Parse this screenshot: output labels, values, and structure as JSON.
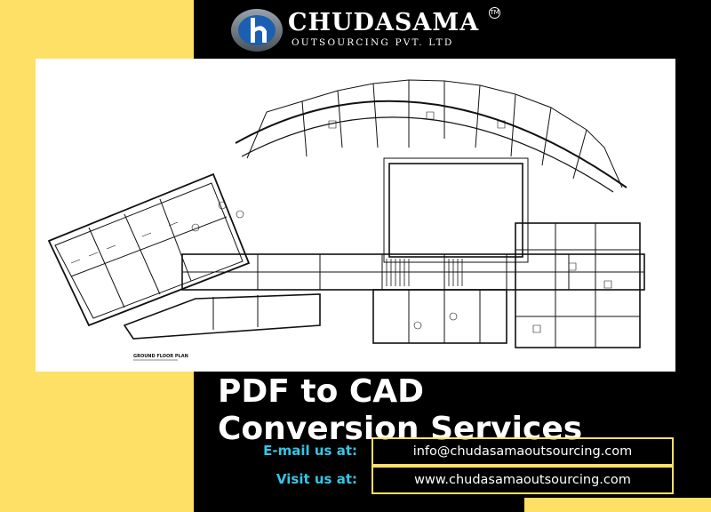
{
  "brand": {
    "name": "CHUDASAMA",
    "subtitle": "OUTSOURCING PVT. LTD",
    "trademark": "TM"
  },
  "headline": {
    "line1": "PDF to CAD",
    "line2": "Conversion Services"
  },
  "contact": {
    "email_label": "E-mail us at:",
    "email_value": "info@chudasamaoutsourcing.com",
    "web_label": "Visit us at:",
    "web_value": "www.chudasamaoutsourcing.com"
  },
  "plan": {
    "caption": "GROUND FLOOR PLAN"
  },
  "colors": {
    "accent_yellow": "#FFE066",
    "label_blue": "#34C6E6",
    "background": "#000000"
  }
}
